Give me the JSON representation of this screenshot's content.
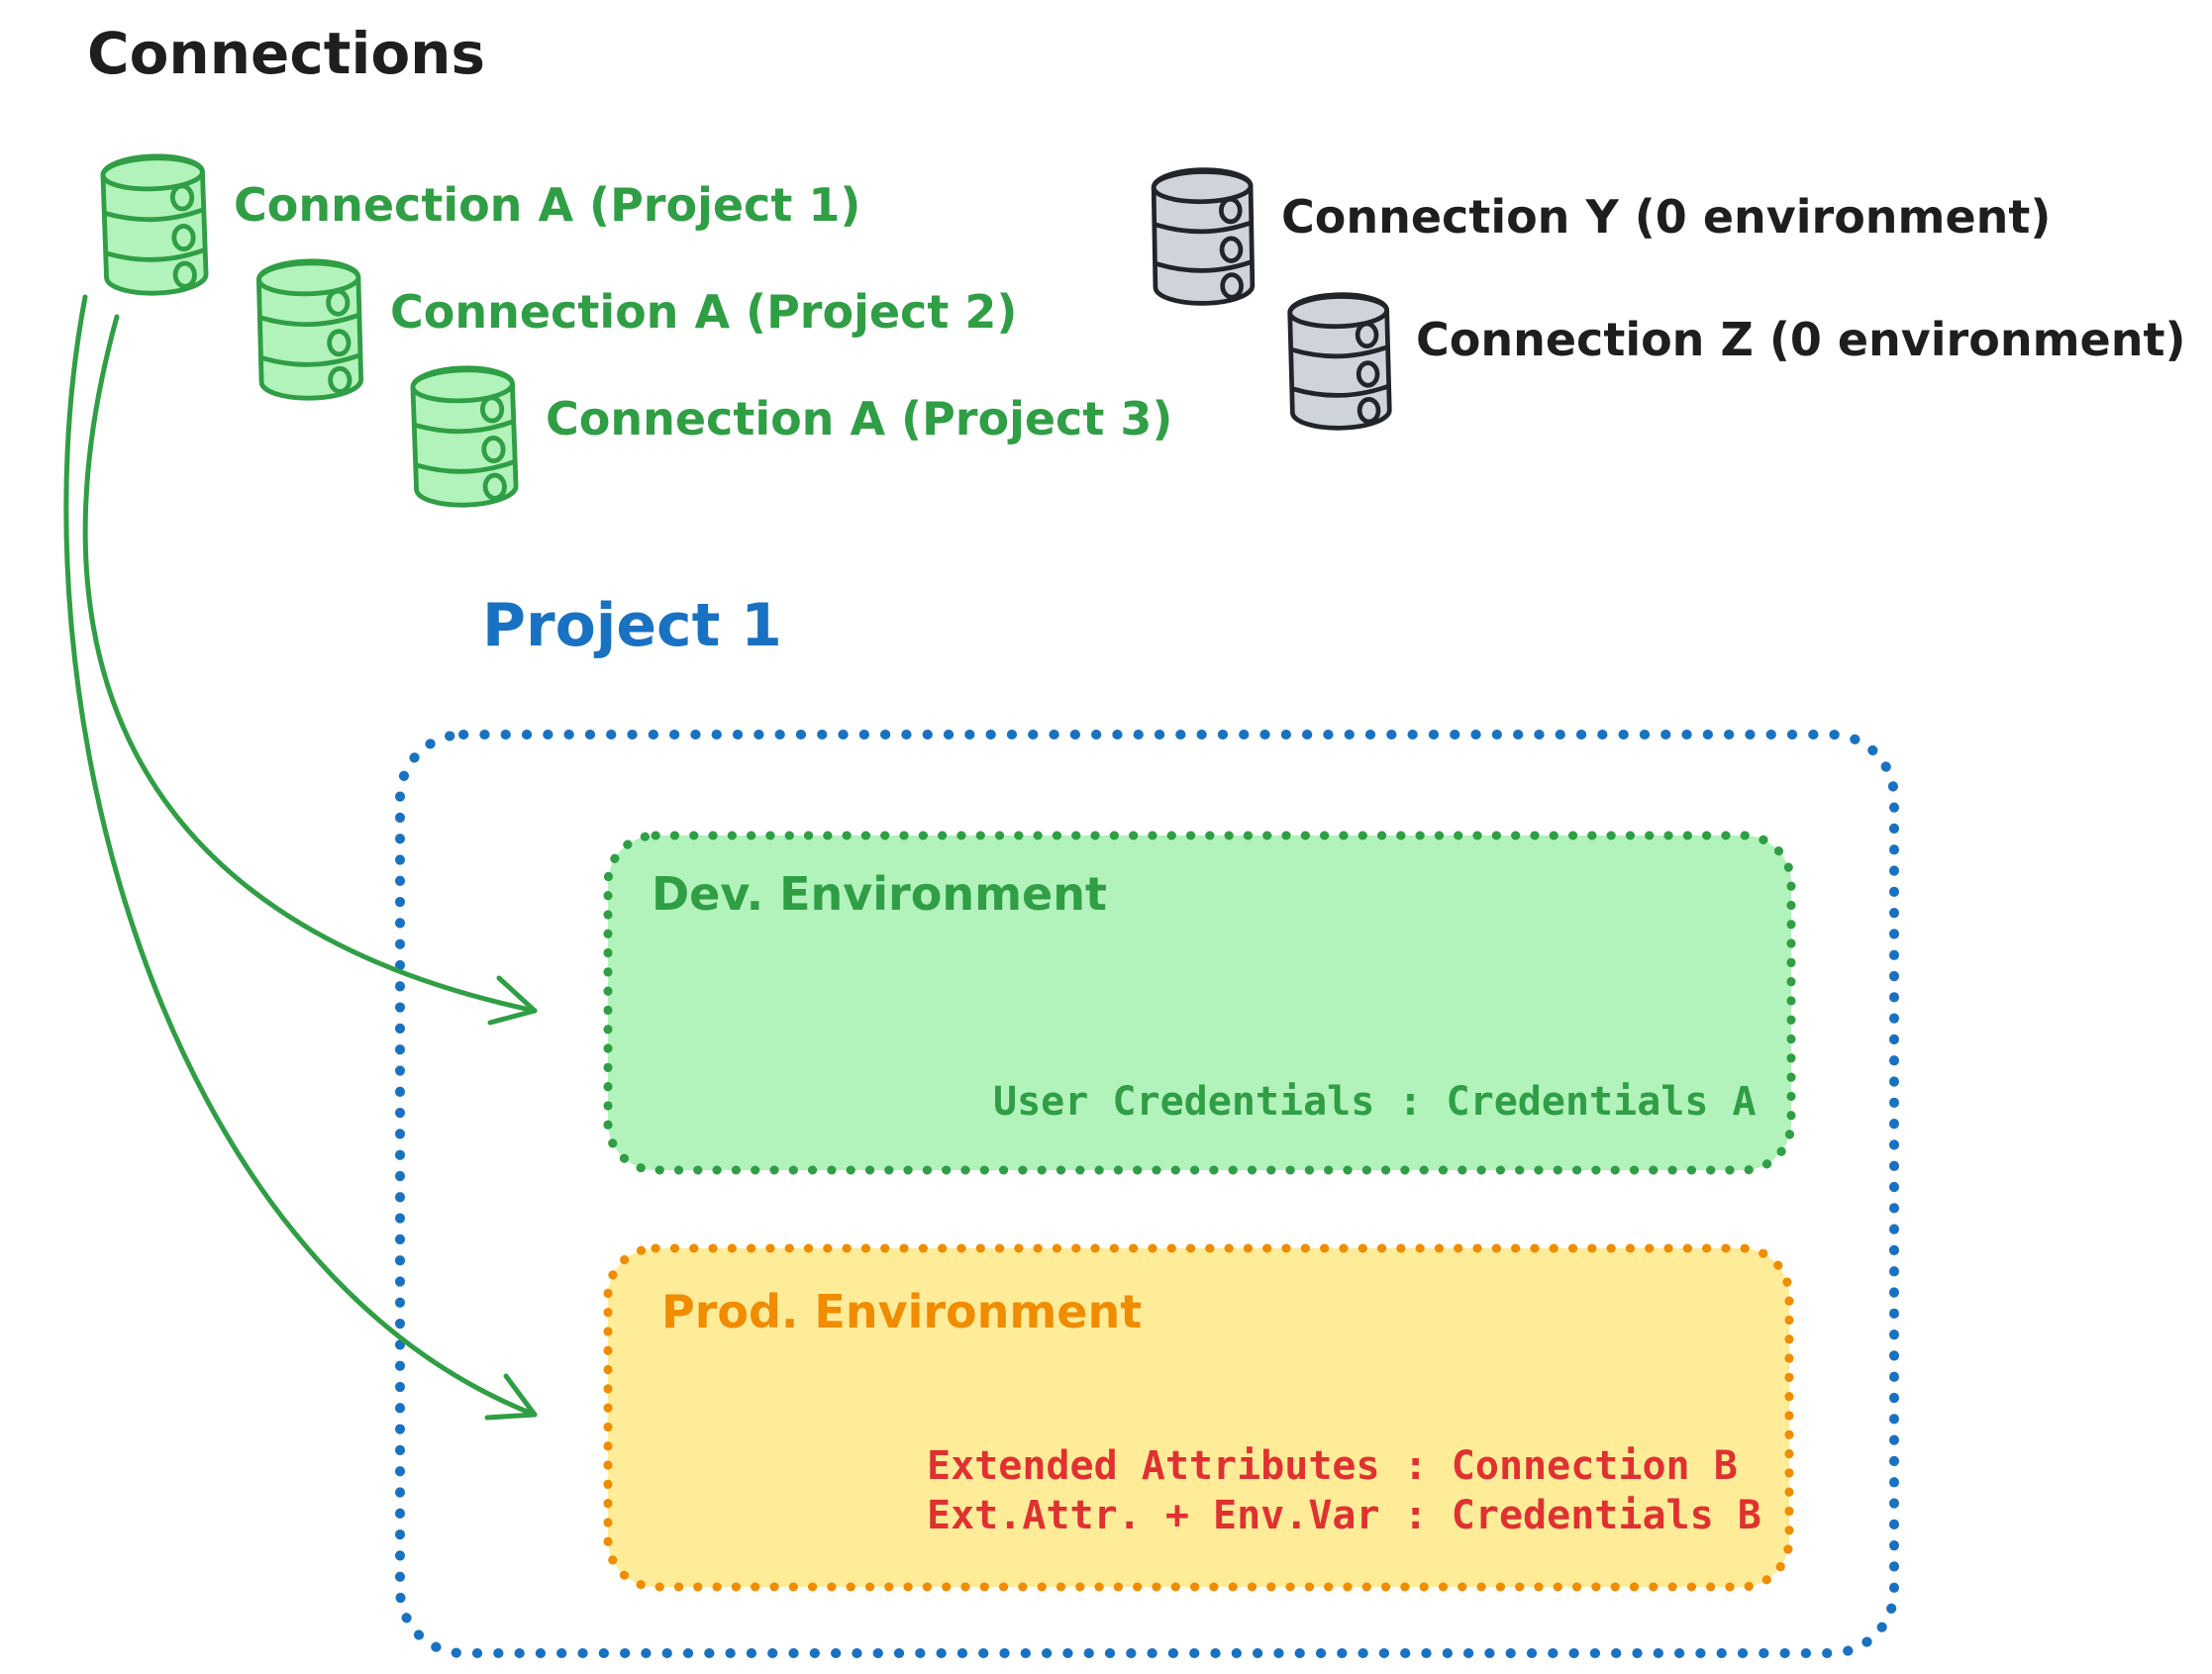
{
  "header": {
    "title": "Connections"
  },
  "colors": {
    "ink": "#1e1e1e",
    "green_stroke": "#2f9e44",
    "green_fill": "#b2f2bb",
    "gray_stroke": "#212529",
    "gray_fill": "#ced4da",
    "blue": "#1971c2",
    "orange_stroke": "#f08c00",
    "orange_fill": "#ffec99",
    "red": "#e03131"
  },
  "connections": {
    "project_a_items": [
      {
        "label": "Connection A (Project 1)",
        "icon": "database-icon",
        "color": "#2f9e44"
      },
      {
        "label": "Connection A (Project 2)",
        "icon": "database-icon",
        "color": "#2f9e44"
      },
      {
        "label": "Connection A (Project 3)",
        "icon": "database-icon",
        "color": "#2f9e44"
      }
    ],
    "unassigned_items": [
      {
        "label": "Connection Y (0 environment)",
        "icon": "database-icon",
        "color": "#1e1e1e"
      },
      {
        "label": "Connection Z (0 environment)",
        "icon": "database-icon",
        "color": "#1e1e1e"
      }
    ]
  },
  "project": {
    "title": "Project 1",
    "environments": [
      {
        "name": "Dev. Environment",
        "theme": "green",
        "details": [
          "User Credentials : Credentials A"
        ]
      },
      {
        "name": "Prod. Environment",
        "theme": "orange",
        "details": [
          "Extended Attributes : Connection B",
          "Ext.Attr. + Env.Var : Credentials B"
        ]
      }
    ]
  }
}
